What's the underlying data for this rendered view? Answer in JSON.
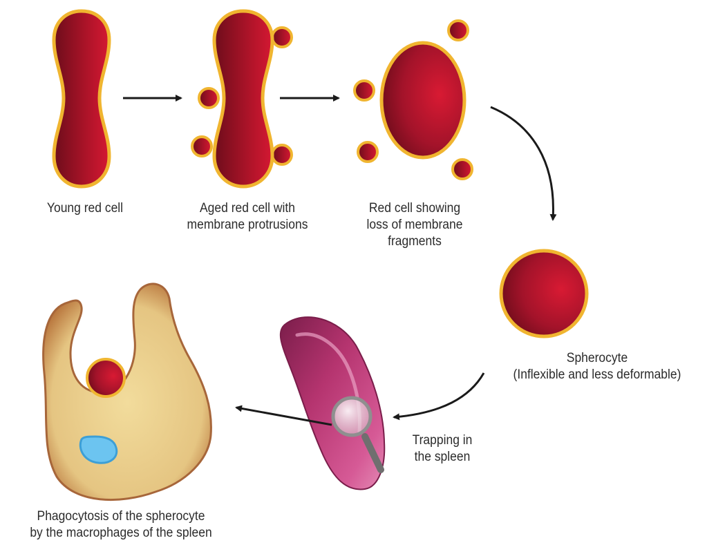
{
  "labels": {
    "young_cell": [
      "Young red cell"
    ],
    "aged_cell": [
      "Aged red cell with",
      "membrane protrusions"
    ],
    "fragment_cell": [
      "Red cell showing",
      "loss of membrane",
      "fragments"
    ],
    "spherocyte": [
      "Spherocyte",
      "(Inflexible and less deformable)"
    ],
    "trapping": [
      "Trapping in",
      "the spleen"
    ],
    "phagocytosis": [
      "Phagocytosis of the spherocyte",
      "by the macrophages of the spleen"
    ]
  },
  "colors": {
    "cell_fill_dark": "#7a0f1e",
    "cell_fill_light": "#d0152f",
    "cell_outline": "#f0b530",
    "macrophage_fill": "#ecd494",
    "macrophage_edge": "#9c5a2c",
    "nucleus": "#6cc4f0",
    "spleen": "#c2417f",
    "arrow": "#1a1a1a"
  }
}
